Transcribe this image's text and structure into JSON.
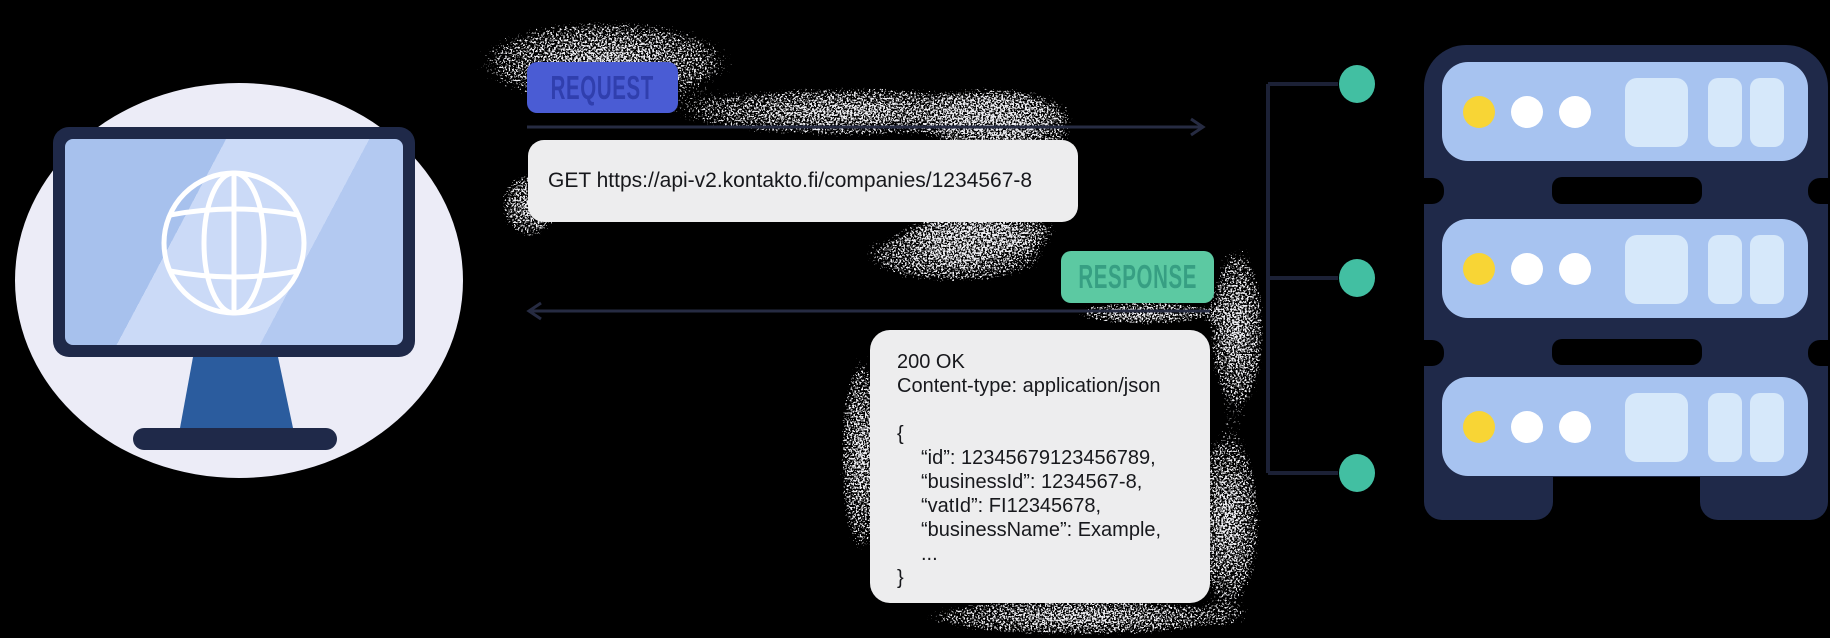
{
  "request": {
    "badge": "REQUEST",
    "url": "GET https://api-v2.kontakto.fi/companies/1234567-8"
  },
  "response": {
    "badge": "RESPONSE",
    "lines": [
      "200 OK",
      "Content-type: application/json",
      "",
      "{",
      "“id”: 12345679123456789,",
      "“businessId”: 1234567-8,",
      "“vatId”: FI12345678,",
      "“businessName”: Example,",
      "...",
      "}"
    ]
  },
  "colors": {
    "background": "#000000",
    "request_badge": "#4a5cd4",
    "request_badge_text": "#303fae",
    "response_badge": "#5cc9a2",
    "response_badge_text": "#379f83",
    "box_background": "#ededee",
    "box_text": "#17181c",
    "navy": "#1f2949",
    "server_body": "#a7c3f0",
    "server_slot": "#d6e8fa",
    "led_yellow": "#f8d535",
    "led_white": "#ffffff",
    "connection_dot_teal": "#42bfa2",
    "monitor_stand_blue": "#2b5c9e",
    "screen_blue": "#a7c1ed",
    "screen_glare": "#cbdaf7",
    "blob_lavender": "#ececf7",
    "arrow_line": "#262b42"
  },
  "icons": {
    "monitor": "monitor-with-globe",
    "globe": "globe-grid",
    "servers": "server-rack-three-units",
    "nodes": "teal-connection-dots"
  }
}
